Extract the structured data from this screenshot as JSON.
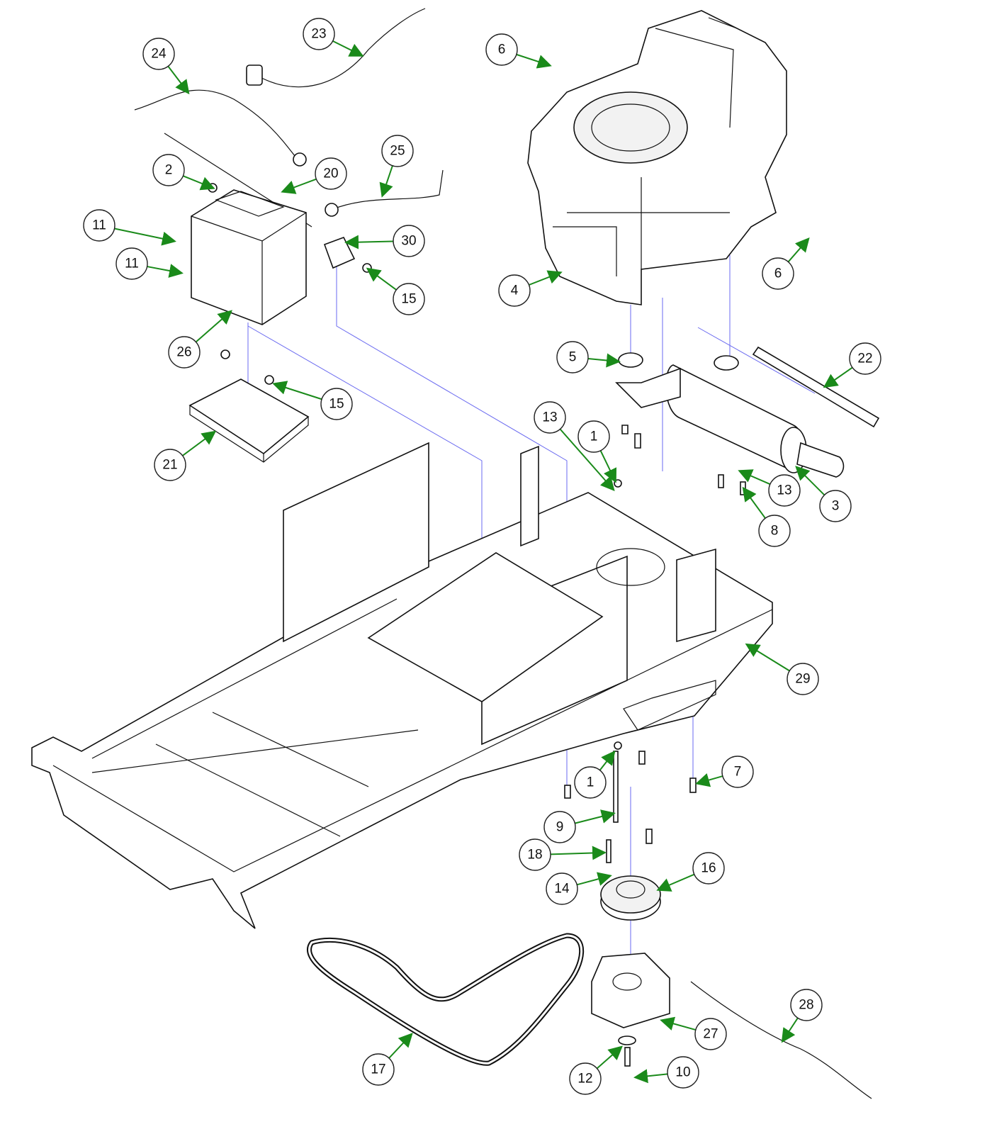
{
  "diagram": {
    "type": "exploded parts diagram",
    "leader_color": "#1a8a1a",
    "guide_line_color": "#6a6af0",
    "callouts": [
      "24",
      "23",
      "6",
      "2",
      "20",
      "25",
      "11",
      "11",
      "30",
      "15",
      "26",
      "4",
      "6",
      "5",
      "22",
      "15",
      "21",
      "13",
      "1",
      "13",
      "3",
      "8",
      "29",
      "7",
      "1",
      "9",
      "18",
      "16",
      "14",
      "28",
      "27",
      "17",
      "12",
      "10"
    ]
  }
}
